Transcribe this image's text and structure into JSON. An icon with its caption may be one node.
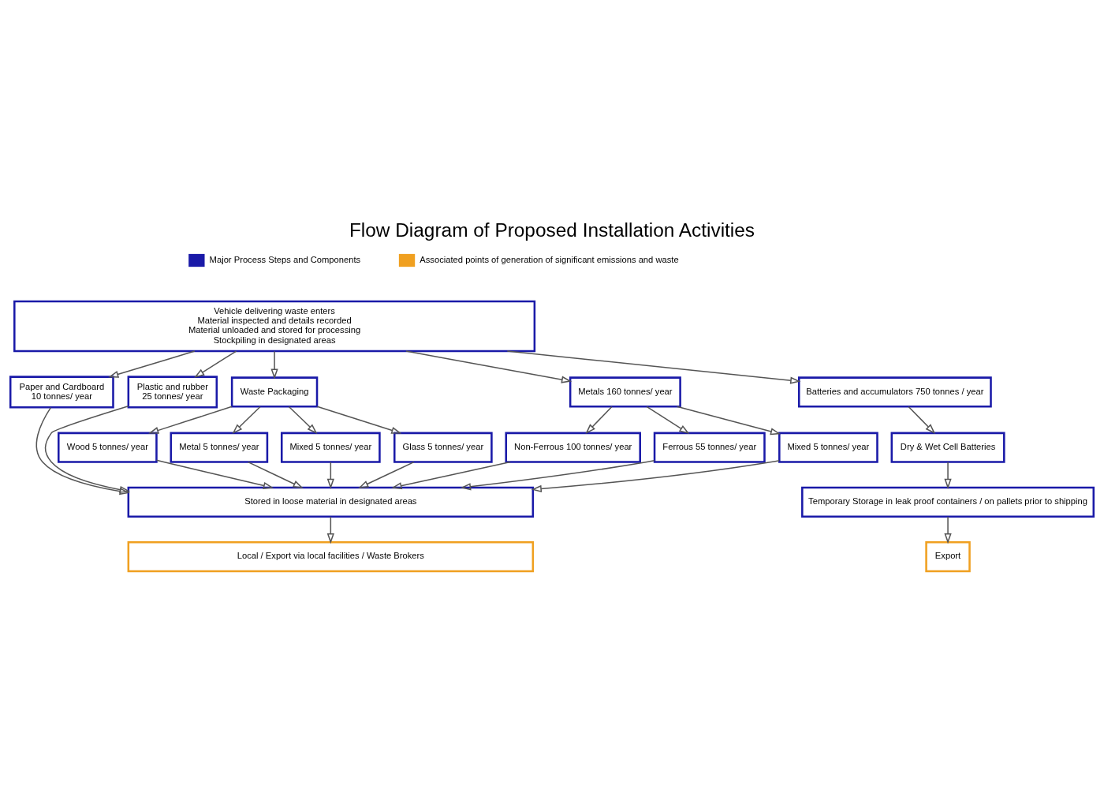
{
  "diagram": {
    "title": "Flow Diagram of Proposed Installation Activities",
    "nodes": [
      {
        "text": [
          "Vehicle delivering waste enters",
          "Material inspected and details recorded",
          "Material unloaded and stored for processing",
          "Stockpiling in designated areas"
        ]
      },
      {
        "text": [
          "Paper and Cardboard",
          "10 tonnes/ year"
        ]
      },
      {
        "text": [
          "Plastic and rubber",
          "25 tonnes/ year"
        ]
      },
      {
        "text": [
          "Waste Packaging"
        ]
      },
      {
        "text": [
          "Metals 160 tonnes/ year"
        ]
      },
      {
        "text": [
          "Batteries and accumulators 750 tonnes / year"
        ]
      },
      {
        "text": [
          "Wood 5 tonnes/ year"
        ]
      },
      {
        "text": [
          "Metal 5 tonnes/ year"
        ]
      },
      {
        "text": [
          "Mixed 5 tonnes/ year"
        ]
      },
      {
        "text": [
          "Glass 5 tonnes/ year"
        ]
      },
      {
        "text": [
          "Non-Ferrous 100 tonnes/ year"
        ]
      },
      {
        "text": [
          "Ferrous 55 tonnes/ year"
        ]
      },
      {
        "text": [
          "Mixed 5 tonnes/ year"
        ]
      },
      {
        "text": [
          "Dry & Wet Cell Batteries"
        ]
      },
      {
        "text": [
          "Temporary Storage in leak proof containers / on pallets prior to shipping"
        ]
      },
      {
        "text": [
          "Stored in loose material in designated areas"
        ]
      },
      {
        "text": [
          "Local / Export via local facilities / Waste Brokers"
        ]
      },
      {
        "text": [
          "Export"
        ]
      }
    ],
    "edges": [
      {
        "from": 0,
        "to": 1,
        "arrow": "to"
      },
      {
        "from": 0,
        "to": 2,
        "arrow": "to"
      },
      {
        "from": 0,
        "to": 3,
        "arrow": "to"
      },
      {
        "from": 0,
        "to": 4,
        "arrow": "to"
      },
      {
        "from": 0,
        "to": 5,
        "arrow": "to"
      },
      {
        "from": 3,
        "to": 6,
        "arrow": "to"
      },
      {
        "from": 3,
        "to": 7,
        "arrow": "to"
      },
      {
        "from": 3,
        "to": 8,
        "arrow": "to"
      },
      {
        "from": 3,
        "to": 9,
        "arrow": "to"
      },
      {
        "from": 4,
        "to": 10,
        "arrow": "to"
      },
      {
        "from": 4,
        "to": 11,
        "arrow": "to"
      },
      {
        "from": 4,
        "to": 12,
        "arrow": "to"
      },
      {
        "from": 5,
        "to": 13,
        "arrow": "to"
      },
      {
        "from": 13,
        "to": 14,
        "arrow": "to"
      },
      {
        "from": 1,
        "to": 15,
        "arrow": "to"
      },
      {
        "from": 2,
        "to": 15,
        "arrow": "to"
      },
      {
        "from": 6,
        "to": 15,
        "arrow": "to"
      },
      {
        "from": 7,
        "to": 15,
        "arrow": "to"
      },
      {
        "from": 8,
        "to": 15,
        "arrow": "to"
      },
      {
        "from": 9,
        "to": 15,
        "arrow": "to"
      },
      {
        "from": 10,
        "to": 15,
        "arrow": "to"
      },
      {
        "from": 11,
        "to": 15,
        "arrow": "to"
      },
      {
        "from": 12,
        "to": 15,
        "arrow": "to"
      },
      {
        "from": 15,
        "to": 16,
        "arrow": "to"
      },
      {
        "from": 14,
        "to": 17,
        "arrow": "to"
      }
    ],
    "legend": [
      {
        "text": "Major Process Steps and Components",
        "color": "#1a1aa8"
      },
      {
        "text": "Associated points of generation of significant emissions and waste",
        "color": "#f0a020"
      }
    ]
  }
}
